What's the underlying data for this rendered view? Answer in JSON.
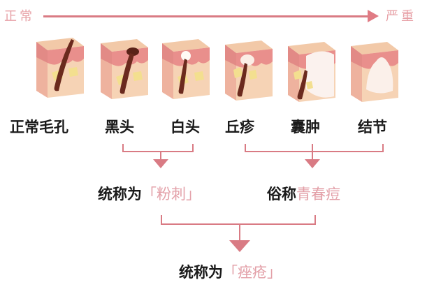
{
  "severity_scale": {
    "start_label": "正常",
    "end_label": "严重",
    "arrow_color": "#e07b84"
  },
  "stages": [
    {
      "label": "正常毛孔",
      "illustration": "normal-pore-icon"
    },
    {
      "label": "黑头",
      "illustration": "blackhead-icon"
    },
    {
      "label": "白头",
      "illustration": "whitehead-icon"
    },
    {
      "label": "丘疹",
      "illustration": "papule-icon"
    },
    {
      "label": "囊肿",
      "illustration": "cyst-icon"
    },
    {
      "label": "结节",
      "illustration": "nodule-icon"
    }
  ],
  "groups": {
    "comedones": {
      "prefix": "统称为",
      "term": "「粉刺」"
    },
    "acne_common": {
      "prefix": "俗称",
      "term": "青春痘"
    },
    "overall": {
      "prefix": "统称为",
      "term": "「痤疮」"
    }
  },
  "colors": {
    "connector": "#d97b84",
    "highlight_text": "#e3a0a8",
    "skin_top": "#f2c9a8",
    "skin_body": "#f6d3b5",
    "skin_side": "#eeb29e",
    "dermis": "#e98f8c",
    "hair": "#6b2a1e",
    "gland": "#f3df8f"
  }
}
